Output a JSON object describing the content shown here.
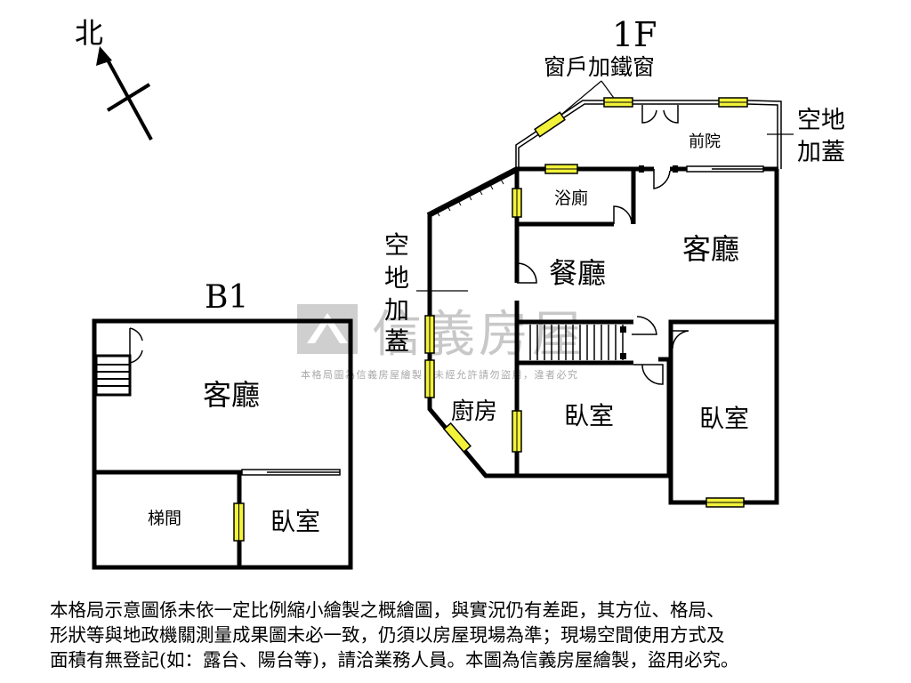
{
  "compass": {
    "north_label": "北"
  },
  "floor_b1": {
    "title": "B1",
    "rooms": {
      "living": "客廳",
      "stair": "梯間",
      "bedroom": "臥室"
    }
  },
  "floor_1f": {
    "title": "1F",
    "annotations": {
      "window_bars": "窗戶加鐵窗",
      "open_space_top": [
        "空地",
        "加蓋"
      ],
      "open_space_left": [
        "空",
        "地",
        "加",
        "蓋"
      ]
    },
    "rooms": {
      "front_yard": "前院",
      "bathroom": "浴廁",
      "dining": "餐廳",
      "living": "客廳",
      "kitchen": "廚房",
      "bedroom_1": "臥室",
      "bedroom_2": "臥室"
    }
  },
  "watermark": {
    "brand": "信義房屋",
    "notice": "本格局圖為信義房屋繪製，未經允許請勿盜用，違者必究"
  },
  "disclaimer": "本格局示意圖係未依一定比例縮小繪製之概繪圖，與實況仍有差距，其方位、格局、\n形狀等與地政機關測量成果圖未必一致，仍須以房屋現場為準；現場空間使用方式及\n面積有無登記(如：露台、陽台等)，請洽業務人員。本圖為信義房屋繪製，盜用必究。",
  "colors": {
    "wall": "#000000",
    "window": "#f2f23a",
    "watermark": "#bdbdbd"
  }
}
